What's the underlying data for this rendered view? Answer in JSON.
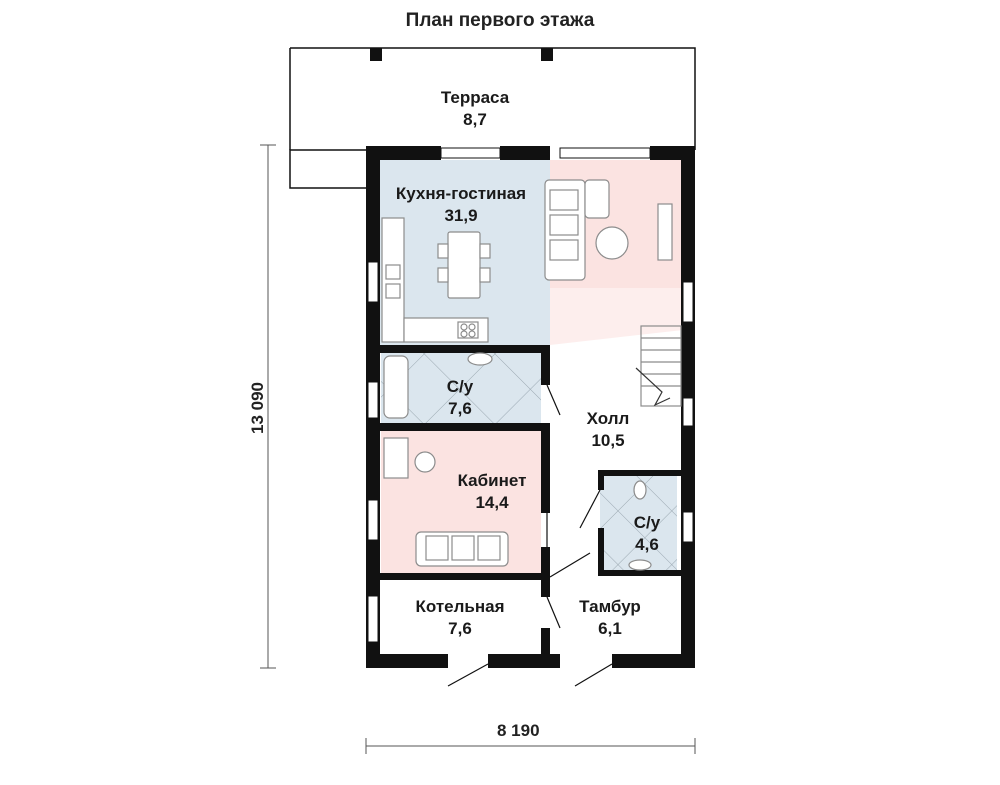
{
  "title": "План первого этажа",
  "dimensions": {
    "width": "8 190",
    "length": "13 090"
  },
  "rooms": [
    {
      "name": "Терраса",
      "area": "8,7"
    },
    {
      "name": "Кухня-гостиная",
      "area": "31,9"
    },
    {
      "name": "С/у",
      "area": "7,6"
    },
    {
      "name": "Холл",
      "area": "10,5"
    },
    {
      "name": "Кабинет",
      "area": "14,4"
    },
    {
      "name": "С/у",
      "area": "4,6"
    },
    {
      "name": "Котельная",
      "area": "7,6"
    },
    {
      "name": "Тамбур",
      "area": "6,1"
    }
  ],
  "colors": {
    "wall": "#111111",
    "kitchen_fill": "#dbe6ee",
    "living_fill": "#fbe3e1",
    "study_fill": "#fbe3e1",
    "bath_fill": "#dbe6ee",
    "tile_line": "#9aa7b0",
    "furniture": "#8c8c8c"
  }
}
